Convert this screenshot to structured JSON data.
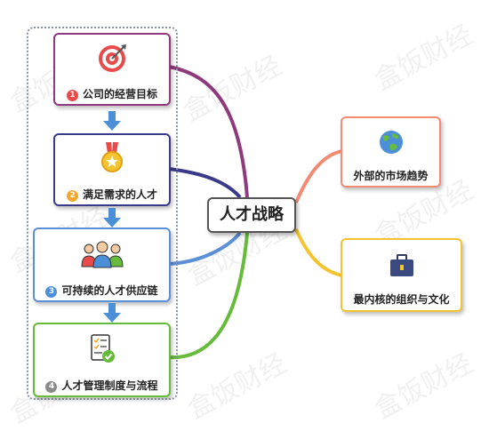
{
  "center": {
    "label": "人才战略"
  },
  "left_items": [
    {
      "number": "❶",
      "label": "公司的经营目标",
      "icon": "target-icon",
      "color": "#8e3a7d"
    },
    {
      "number": "❷",
      "label": "满足需求的人才",
      "icon": "medal-icon",
      "color": "#3a3a8a"
    },
    {
      "number": "❸",
      "label": "可持续的人才供应链",
      "icon": "people-icon",
      "color": "#5b8fd6"
    },
    {
      "number": "❹",
      "label": "人才管理制度与流程",
      "icon": "checklist-icon",
      "color": "#66bb3a"
    }
  ],
  "right_items": [
    {
      "label": "外部的市场趋势",
      "icon": "globe-icon",
      "color": "#f28b73"
    },
    {
      "label": "最内核的组织与文化",
      "icon": "briefcase-icon",
      "color": "#f4c430"
    }
  ],
  "watermark": "盒饭财经",
  "colors": {
    "arrow": "#4a8fd8",
    "center_border": "#555555"
  }
}
